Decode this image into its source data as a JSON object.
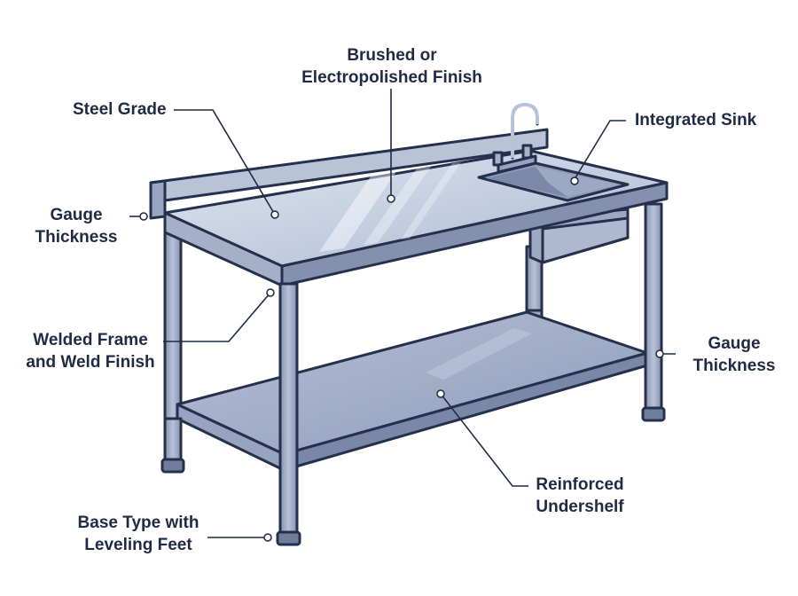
{
  "callouts": {
    "brushed_finish": {
      "lines": [
        "Brushed or",
        "Electropolished Finish"
      ]
    },
    "steel_grade": {
      "lines": [
        "Steel Grade"
      ]
    },
    "integrated_sink": {
      "lines": [
        "Integrated Sink"
      ]
    },
    "gauge_left": {
      "lines": [
        "Gauge",
        "Thickness"
      ]
    },
    "welded_frame": {
      "lines": [
        "Welded Frame",
        "and Weld Finish"
      ]
    },
    "gauge_right": {
      "lines": [
        "Gauge",
        "Thickness"
      ]
    },
    "reinforced_undershelf": {
      "lines": [
        "Reinforced",
        "Undershelf"
      ]
    },
    "base_type": {
      "lines": [
        "Base Type with",
        "Leveling Feet"
      ]
    }
  },
  "colors": {
    "outline": "#25304d",
    "steel_light": "#c9d2e3",
    "steel_mid": "#a7b4cc",
    "steel_dark": "#7f8dab",
    "text": "#1f2a44"
  }
}
